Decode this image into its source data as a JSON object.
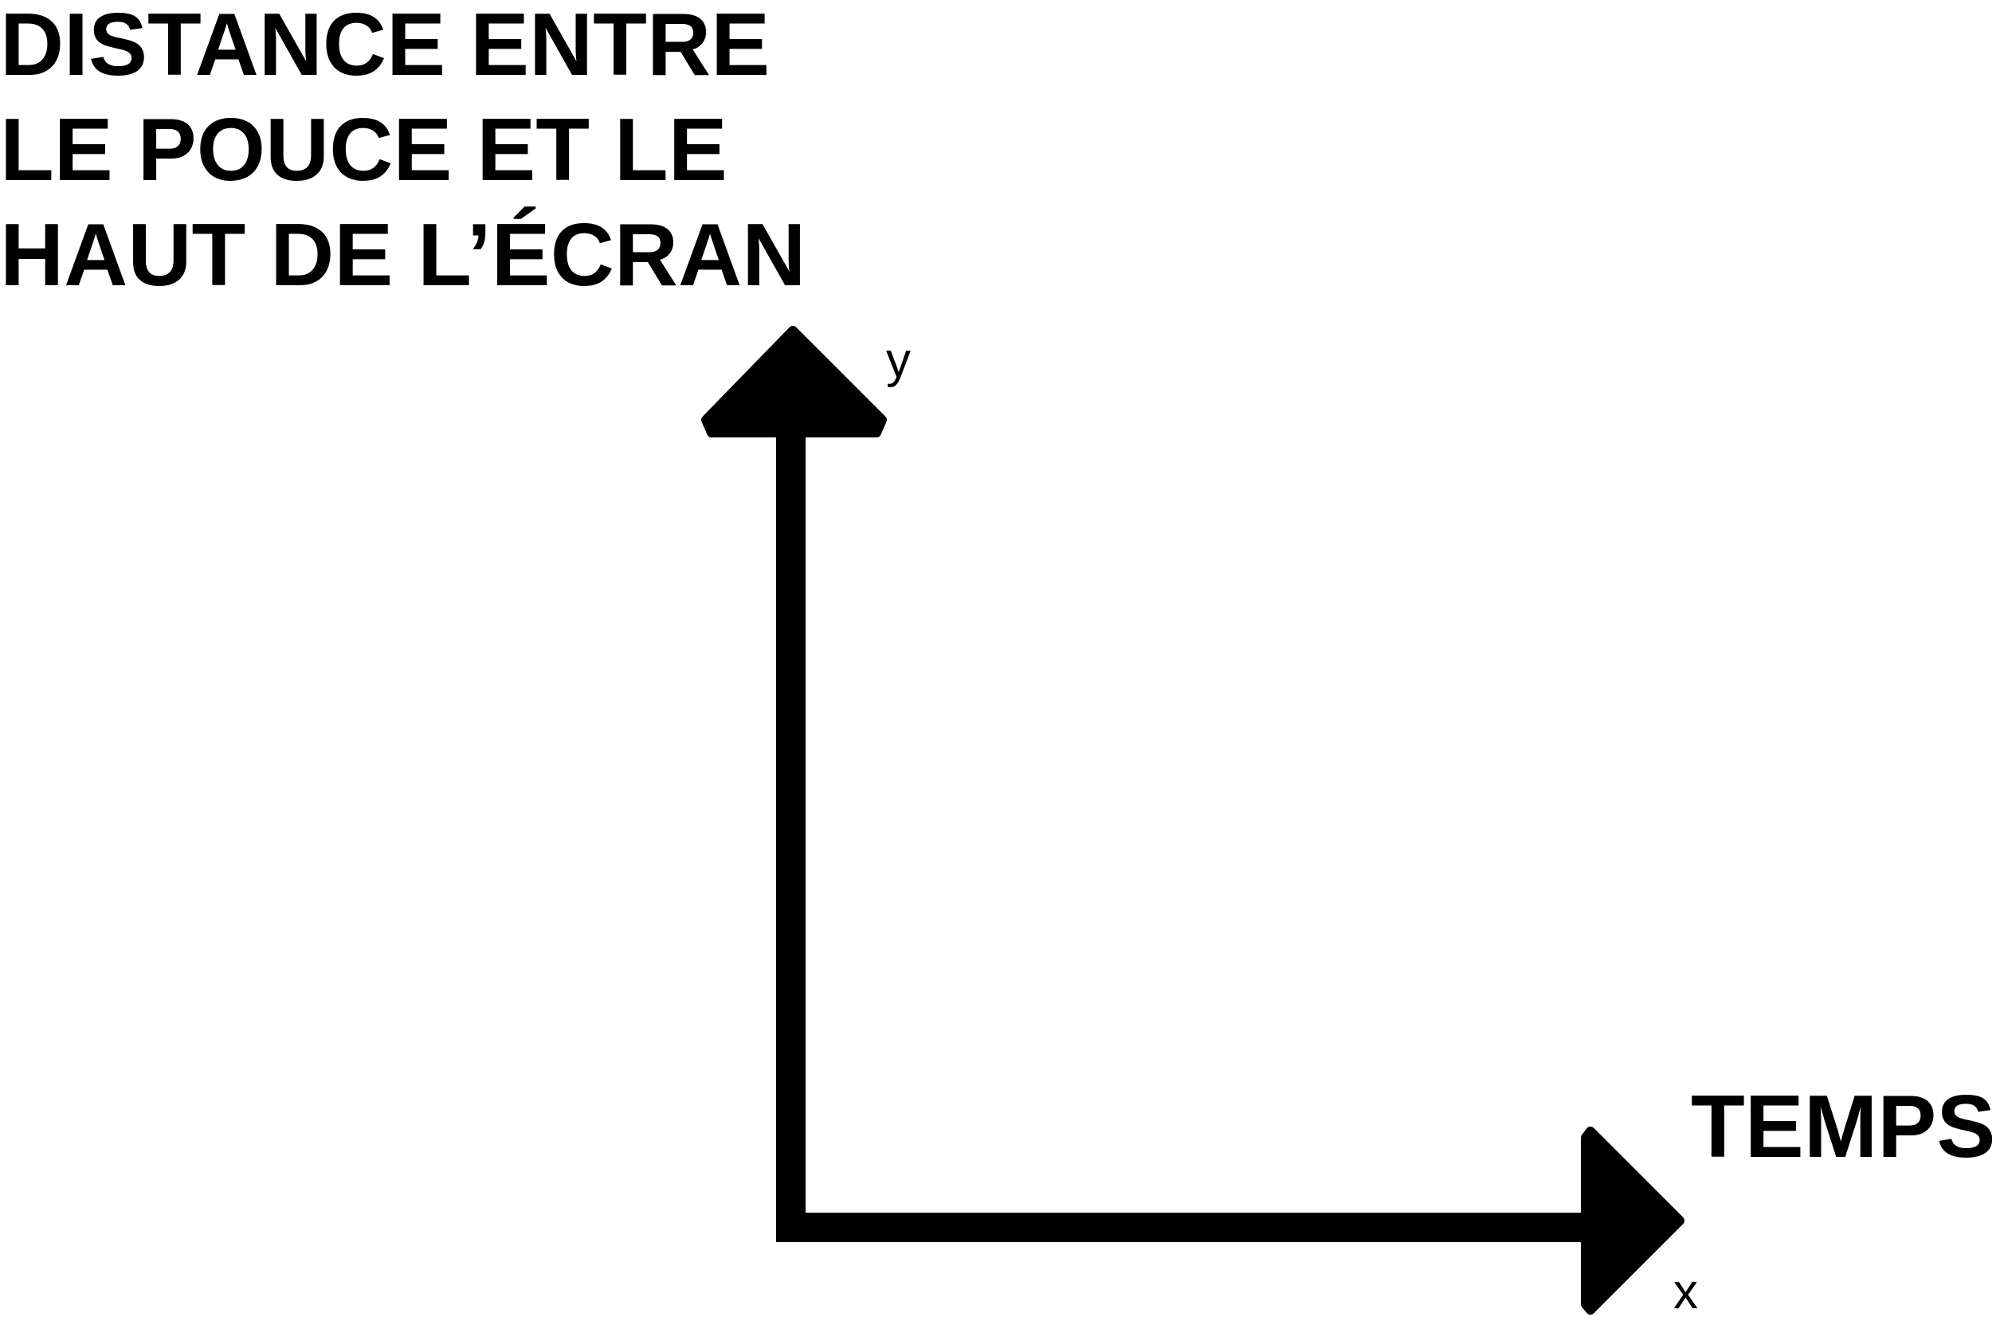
{
  "y_axis": {
    "title_lines": [
      "DISTANCE ENTRE",
      "LE POUCE ET LE",
      "HAUT DE L’ÉCRAN"
    ],
    "letter": "y"
  },
  "x_axis": {
    "title": "TEMPS",
    "letter": "x"
  },
  "colors": {
    "ink": "#000000",
    "background": "#ffffff"
  }
}
